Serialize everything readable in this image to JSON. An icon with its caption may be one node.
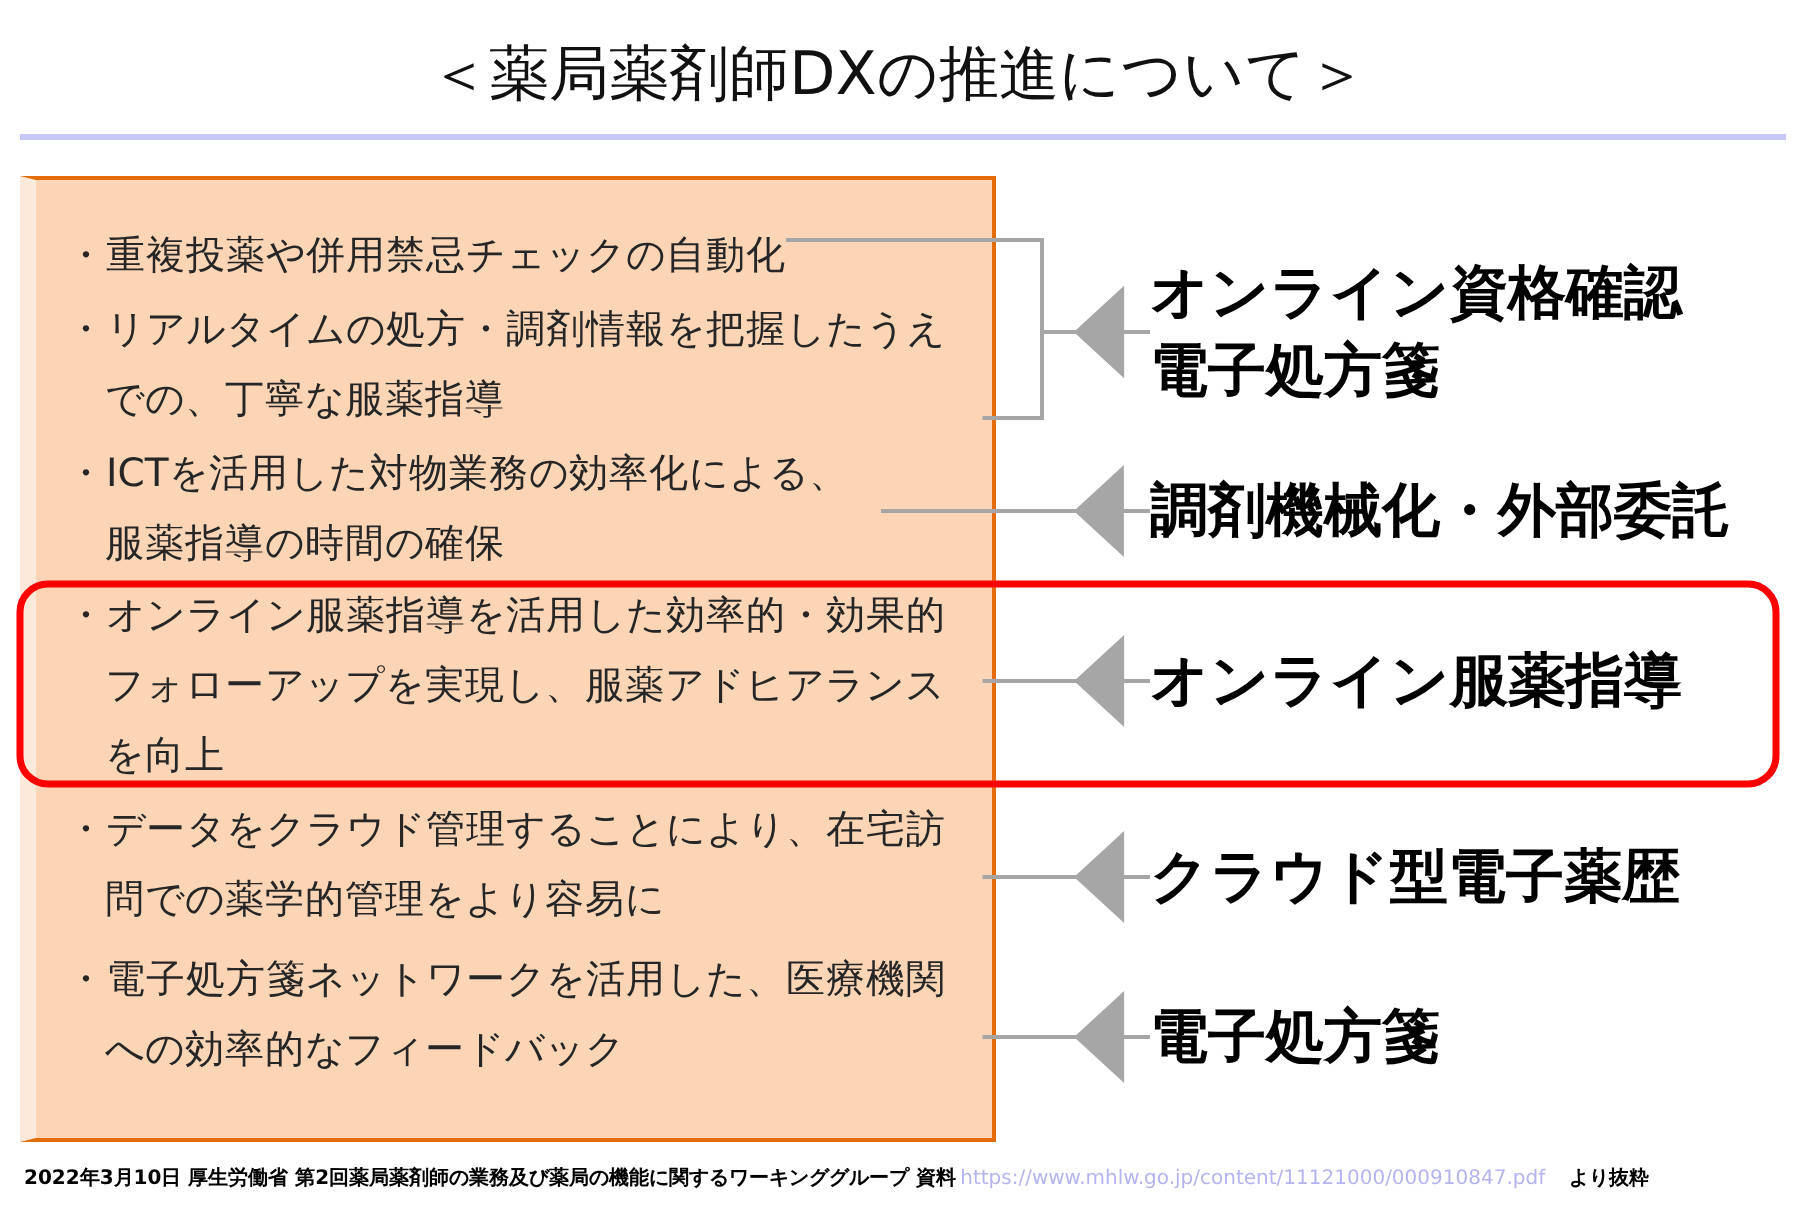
{
  "diagram": {
    "title": "＜薬局薬剤師DXの推進について＞",
    "nodes": [
      {
        "text": [],
        "shape": "box"
      },
      {
        "text": [
          "・重複投薬や併用禁忌チェックの自動化"
        ],
        "in": 0
      },
      {
        "text": [
          "・リアルタイムの処方・調剤情報を把握したうえでの、丁寧な服薬指導"
        ],
        "in": 0
      },
      {
        "text": [
          "・ICTを活用した対物業務の効率化による、服薬指導の時間の確保"
        ],
        "in": 0
      },
      {
        "text": [
          "・オンライン服薬指導を活用した効率的・効果的フォローアップを実現し、服薬アドヒアランスを向上"
        ],
        "in": 0
      },
      {
        "text": [
          "・データをクラウド管理することにより、在宅訪問での薬学的管理をより容易に"
        ],
        "in": 0
      },
      {
        "text": [
          "・電子処方箋ネットワークを活用した、医療機関への効率的なフィードバック"
        ],
        "in": 0
      },
      {
        "text": [
          "オンライン資格確認",
          "電子処方箋"
        ]
      },
      {
        "text": [
          "調剤機械化・外部委託"
        ]
      },
      {
        "text": [
          "オンライン服薬指導"
        ]
      },
      {
        "text": [
          "クラウド型電子薬歴"
        ]
      },
      {
        "text": [
          "電子処方箋"
        ]
      }
    ],
    "edges": [
      {
        "from": 7,
        "to": 1,
        "arrow": "to"
      },
      {
        "from": 7,
        "to": 2,
        "arrow": "to"
      },
      {
        "from": 8,
        "to": 3,
        "arrow": "to"
      },
      {
        "from": 9,
        "to": 4,
        "arrow": "to"
      },
      {
        "from": 10,
        "to": 5,
        "arrow": "to"
      },
      {
        "from": 11,
        "to": 6,
        "arrow": "to"
      }
    ],
    "labels": [
      "2022年3月10日 厚生労働省 第2回薬局薬剤師の業務及び薬局の機能に関するワーキンググループ 資料",
      "https://www.mhlw.go.jp/content/11121000/000910847.pdf",
      "より抜粋"
    ]
  }
}
